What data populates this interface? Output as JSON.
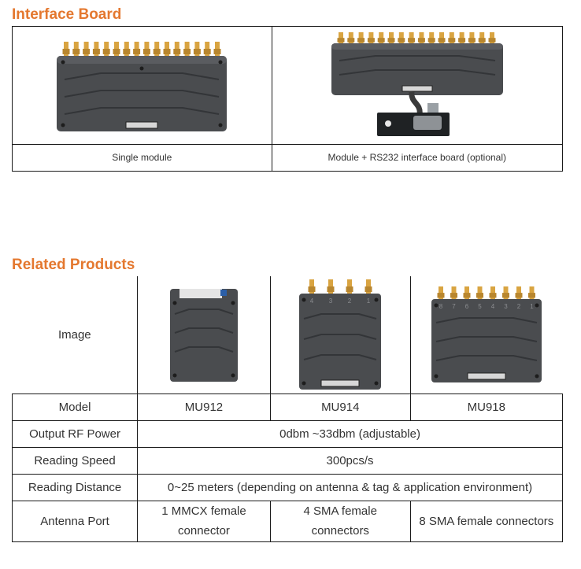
{
  "interface_board": {
    "title": "Interface Board",
    "images": [
      {
        "icon": "rfid-module-16-port-image"
      },
      {
        "icon": "rfid-module-with-rs232-board-image"
      }
    ],
    "captions": [
      "Single module",
      "Module + RS232 interface board (optional)"
    ]
  },
  "related_products": {
    "title": "Related Products",
    "rows": [
      {
        "label": "Image"
      },
      {
        "label": "Model",
        "values": [
          "MU912",
          "MU914",
          "MU918"
        ]
      },
      {
        "label": "Output RF Power",
        "value": "0dbm ~33dbm (adjustable)"
      },
      {
        "label": "Reading Speed",
        "value": "300pcs/s"
      },
      {
        "label": "Reading Distance",
        "value": "0~25 meters (depending on antenna & tag & application environment)"
      },
      {
        "label": "Antenna Port",
        "values": [
          "1 MMCX female connector",
          "4 SMA female connectors",
          "8 SMA female connectors"
        ]
      }
    ],
    "port_labels_4": [
      "4",
      "3",
      "2",
      "1"
    ],
    "port_labels_8": [
      "8",
      "7",
      "6",
      "5",
      "4",
      "3",
      "2",
      "1"
    ]
  },
  "colors": {
    "accent": "#e4782f",
    "border": "#1a1a1a",
    "module_body": "#4a4c4f",
    "gold": "#d9a441"
  }
}
